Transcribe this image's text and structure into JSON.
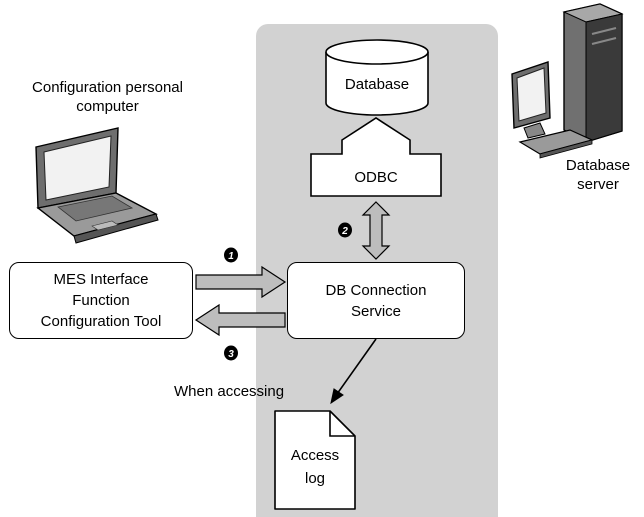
{
  "config_pc": {
    "label_line1": "Configuration personal",
    "label_line2": "computer"
  },
  "db_server": {
    "label_line1": "Database",
    "label_line2": "server"
  },
  "database": {
    "label": "Database"
  },
  "odbc": {
    "label": "ODBC"
  },
  "db_connection_service": {
    "line1": "DB Connection",
    "line2": "Service"
  },
  "mes_tool": {
    "line1": "MES Interface",
    "line2": "Function",
    "line3": "Configuration Tool"
  },
  "steps": [
    "1",
    "2",
    "3"
  ],
  "when_accessing": "When accessing",
  "access_log": {
    "line1": "Access",
    "line2": "log"
  },
  "colors": {
    "panel": "#d2d2d2",
    "arrow_fill": "#bdbdbd",
    "stroke": "#000000"
  }
}
